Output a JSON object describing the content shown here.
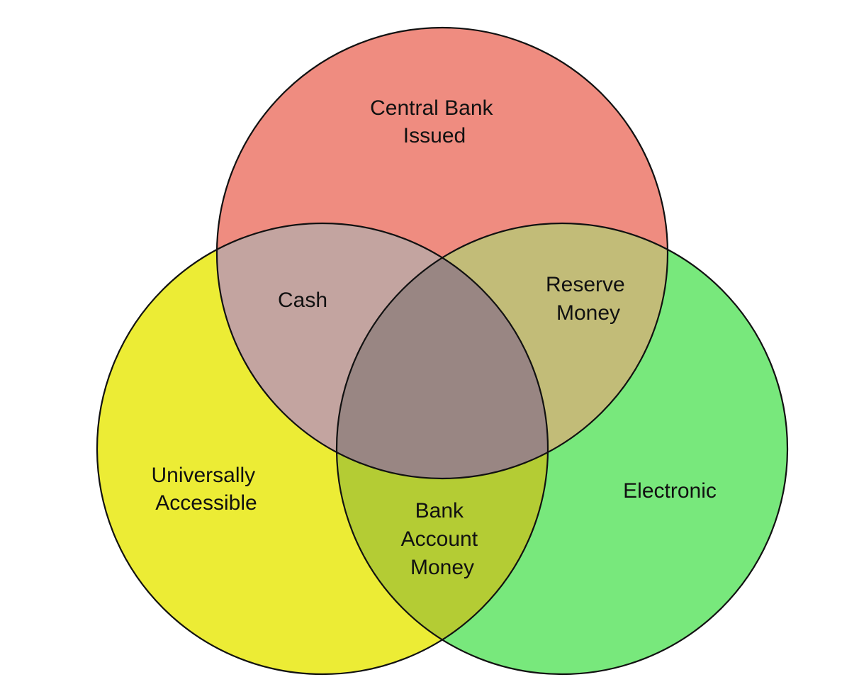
{
  "diagram": {
    "top_cut_text": "",
    "sets": [
      {
        "id": "top",
        "label_lines": [
          "Central Bank",
          "Issued"
        ],
        "color": "#ef8c80"
      },
      {
        "id": "left",
        "label_lines": [
          "Universally",
          "Accessible"
        ],
        "color": "#ecec35"
      },
      {
        "id": "right",
        "label_lines": [
          "Electronic"
        ],
        "color": "#78e87c"
      }
    ],
    "overlaps": {
      "top_left": {
        "label_lines": [
          "Cash"
        ],
        "color": "#c3a4a0"
      },
      "top_right": {
        "label_lines": [
          "Reserve",
          "Money"
        ],
        "color": "#c2bc78"
      },
      "left_right": {
        "label_lines": [
          "Bank",
          "Account",
          "Money"
        ],
        "color": "#b4cc34"
      },
      "all_three": {
        "label_lines": [],
        "color": "#998683"
      }
    },
    "outline_color": "#111111"
  }
}
